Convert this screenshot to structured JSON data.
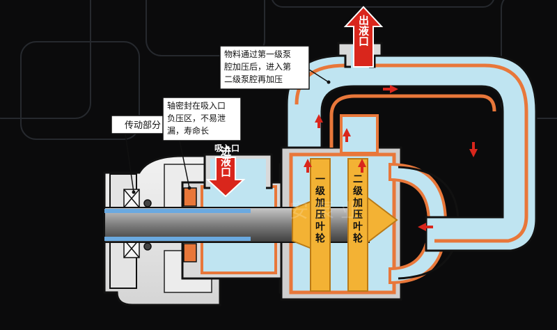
{
  "labels": {
    "outlet": "出液口",
    "inlet_caption": "吸入口",
    "inlet": "进液口",
    "drive": "传动部分",
    "seal": [
      "轴密封在吸入口",
      "负压区，不易泄",
      "漏，寿命长"
    ],
    "chamber": [
      "物料通过第一级泵",
      "腔加压后，进入第",
      "二级泵腔再加压"
    ],
    "impeller1": [
      "一",
      "级",
      "加",
      "压",
      "叶",
      "轮"
    ],
    "impeller2": [
      "二",
      "级",
      "加",
      "压",
      "叶",
      "轮"
    ],
    "watermark": "安 泵 业"
  },
  "colors": {
    "background": "#0b0b0c",
    "liquid": "#bfe4f1",
    "casing": "#e8773a",
    "impeller": "#f3b234",
    "arrow": "#d9261c",
    "shaft": "#8f8f8f"
  }
}
